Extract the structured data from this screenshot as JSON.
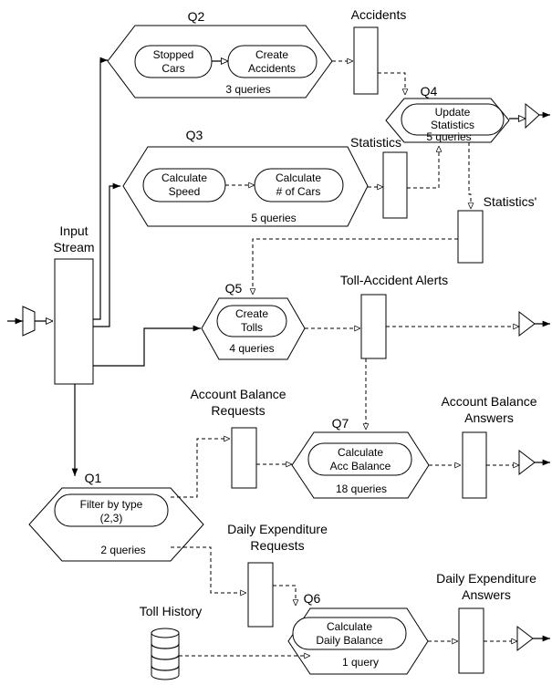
{
  "input": {
    "title_line1": "Input",
    "title_line2": "Stream"
  },
  "queries": {
    "q1": {
      "label": "Q1",
      "op1_line1": "Filter by type",
      "op1_line2": "(2,3)",
      "count": "2 queries"
    },
    "q2": {
      "label": "Q2",
      "op1_line1": "Stopped",
      "op1_line2": "Cars",
      "op2_line1": "Create",
      "op2_line2": "Accidents",
      "count": "3 queries"
    },
    "q3": {
      "label": "Q3",
      "op1_line1": "Calculate",
      "op1_line2": "Speed",
      "op2_line1": "Calculate",
      "op2_line2": "# of Cars",
      "count": "5 queries"
    },
    "q4": {
      "label": "Q4",
      "op1_line1": "Update",
      "op1_line2": "Statistics",
      "count": "5 queries"
    },
    "q5": {
      "label": "Q5",
      "op1_line1": "Create",
      "op1_line2": "Tolls",
      "count": "4 queries"
    },
    "q6": {
      "label": "Q6",
      "op1_line1": "Calculate",
      "op1_line2": "Daily Balance",
      "count": "1 query"
    },
    "q7": {
      "label": "Q7",
      "op1_line1": "Calculate",
      "op1_line2": "Acc Balance",
      "count": "18 queries"
    }
  },
  "stores": {
    "accidents": {
      "line1": "Accidents"
    },
    "statistics": {
      "line1": "Statistics"
    },
    "statistics_prime": {
      "line1": "Statistics'"
    },
    "toll_alerts": {
      "line1": "Toll-Accident Alerts"
    },
    "acct_requests": {
      "line1": "Account Balance",
      "line2": "Requests"
    },
    "acct_answers": {
      "line1": "Account Balance",
      "line2": "Answers"
    },
    "daily_requests": {
      "line1": "Daily Expenditure",
      "line2": "Requests"
    },
    "daily_answers": {
      "line1": "Daily Expenditure",
      "line2": "Answers"
    },
    "toll_history": {
      "line1": "Toll History"
    }
  }
}
